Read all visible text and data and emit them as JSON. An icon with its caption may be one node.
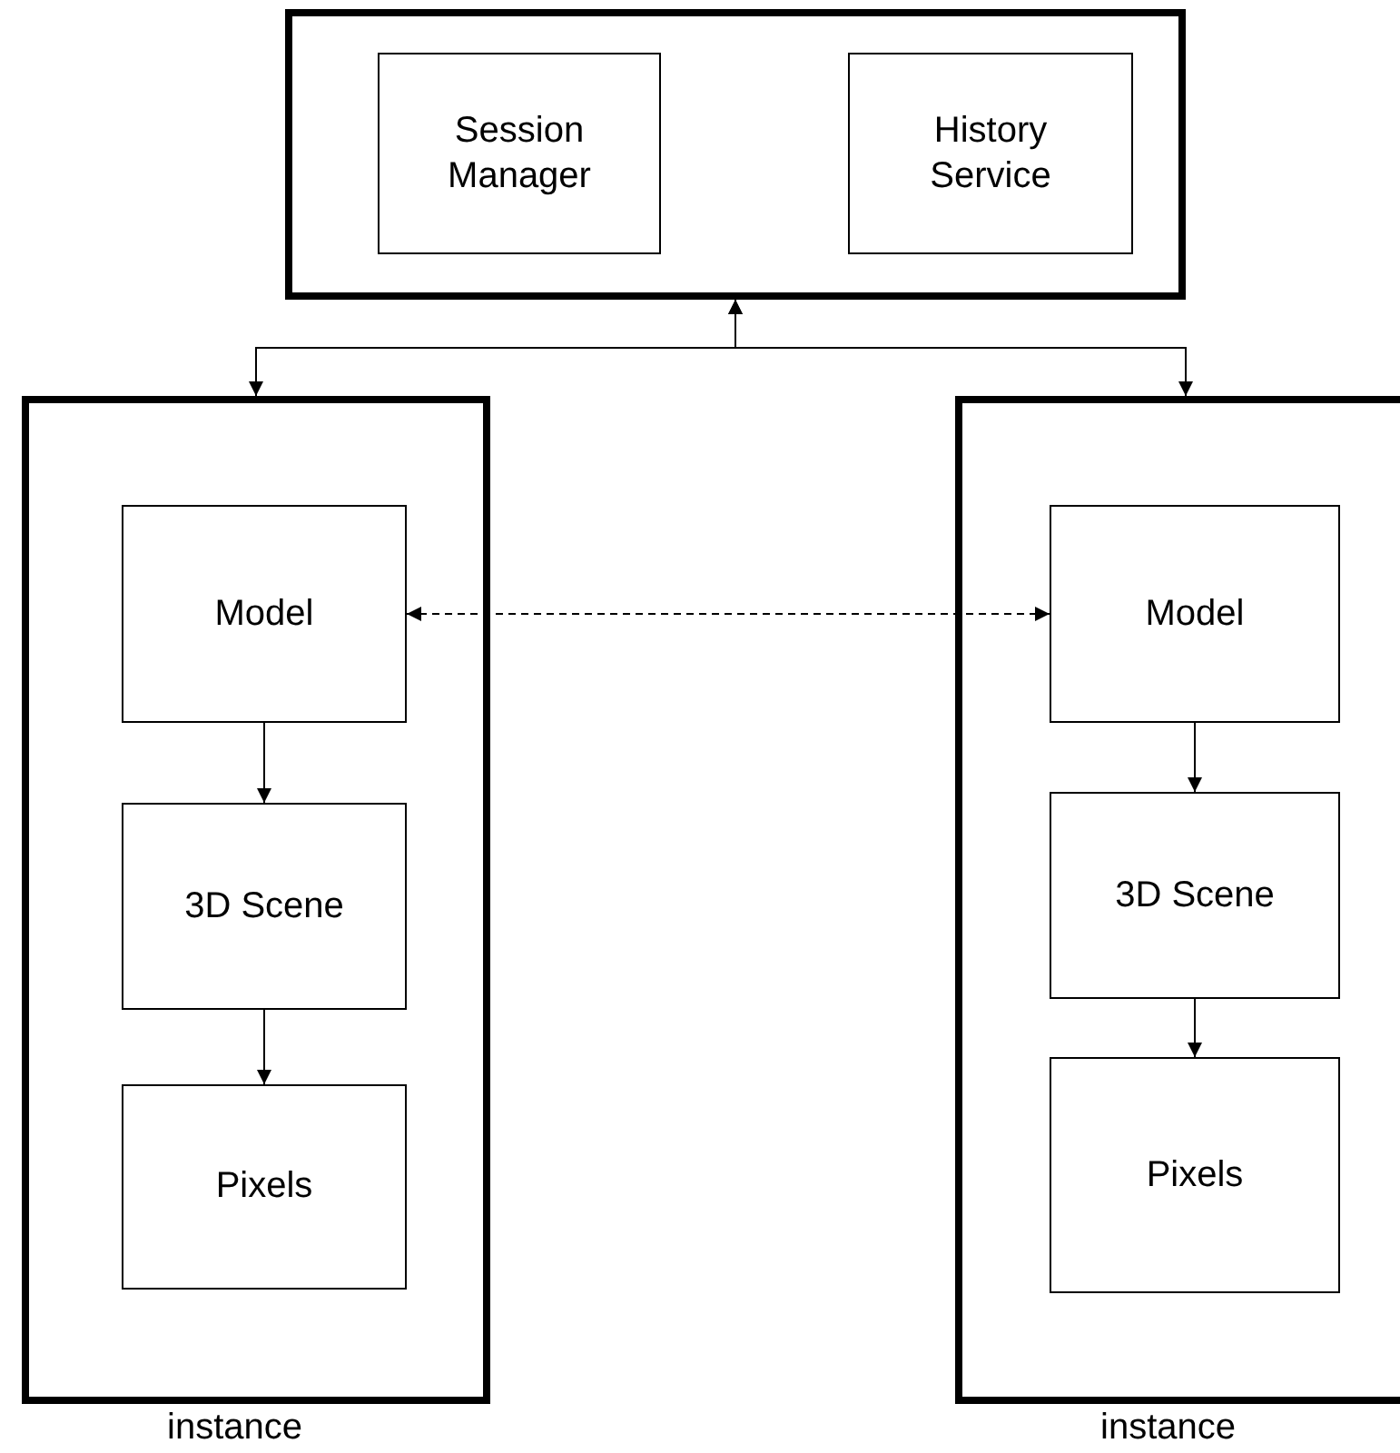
{
  "diagram": {
    "nodes": [
      {
        "text": [],
        "shape": "box"
      },
      {
        "text": [
          "Session Manager"
        ],
        "in": 0
      },
      {
        "text": [
          "History Service"
        ],
        "in": 0
      },
      {
        "text": [],
        "shape": "box",
        "beside": [
          "instance"
        ]
      },
      {
        "text": [
          "Model"
        ],
        "in": 3
      },
      {
        "text": [
          "3D Scene"
        ],
        "in": 3
      },
      {
        "text": [
          "Pixels"
        ],
        "in": 3
      },
      {
        "text": [],
        "shape": "box",
        "beside": [
          "instance"
        ]
      },
      {
        "text": [
          "Model"
        ],
        "in": 7
      },
      {
        "text": [
          "3D Scene"
        ],
        "in": 7
      },
      {
        "text": [
          "Pixels"
        ],
        "in": 7
      }
    ],
    "edges": [
      {
        "from": 0,
        "to": 3,
        "arrow": "both"
      },
      {
        "from": 0,
        "to": 7,
        "arrow": "both"
      },
      {
        "from": 4,
        "to": 8,
        "arrow": "both",
        "style": "dashed"
      },
      {
        "from": 4,
        "to": 5,
        "arrow": "to"
      },
      {
        "from": 5,
        "to": 6,
        "arrow": "to"
      },
      {
        "from": 8,
        "to": 9,
        "arrow": "to"
      },
      {
        "from": 9,
        "to": 10,
        "arrow": "to"
      }
    ]
  }
}
